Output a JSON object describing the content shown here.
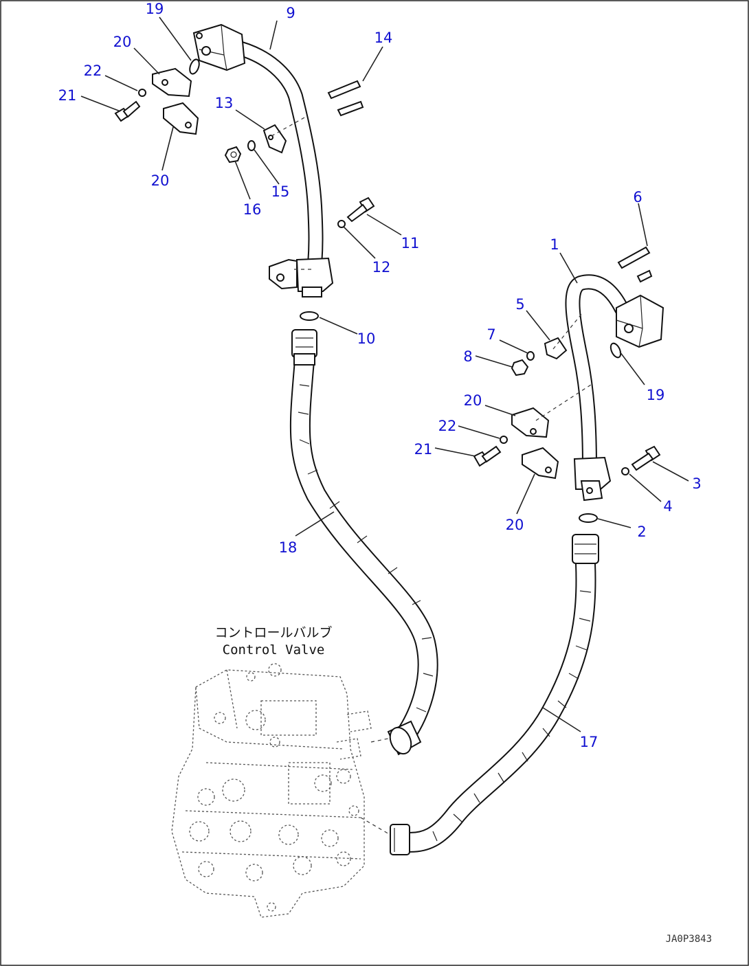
{
  "callouts": [
    "1",
    "2",
    "3",
    "4",
    "5",
    "6",
    "7",
    "8",
    "9",
    "10",
    "11",
    "12",
    "13",
    "14",
    "15",
    "16",
    "17",
    "18",
    "19",
    "20",
    "21",
    "22"
  ],
  "labels": {
    "control_valve_jp": "コントロールバルブ",
    "control_valve_en": "Control Valve",
    "drawing_code": "JA0P3843"
  },
  "colors": {
    "callout": "#1010d0",
    "line": "#111111",
    "background": "#ffffff"
  }
}
